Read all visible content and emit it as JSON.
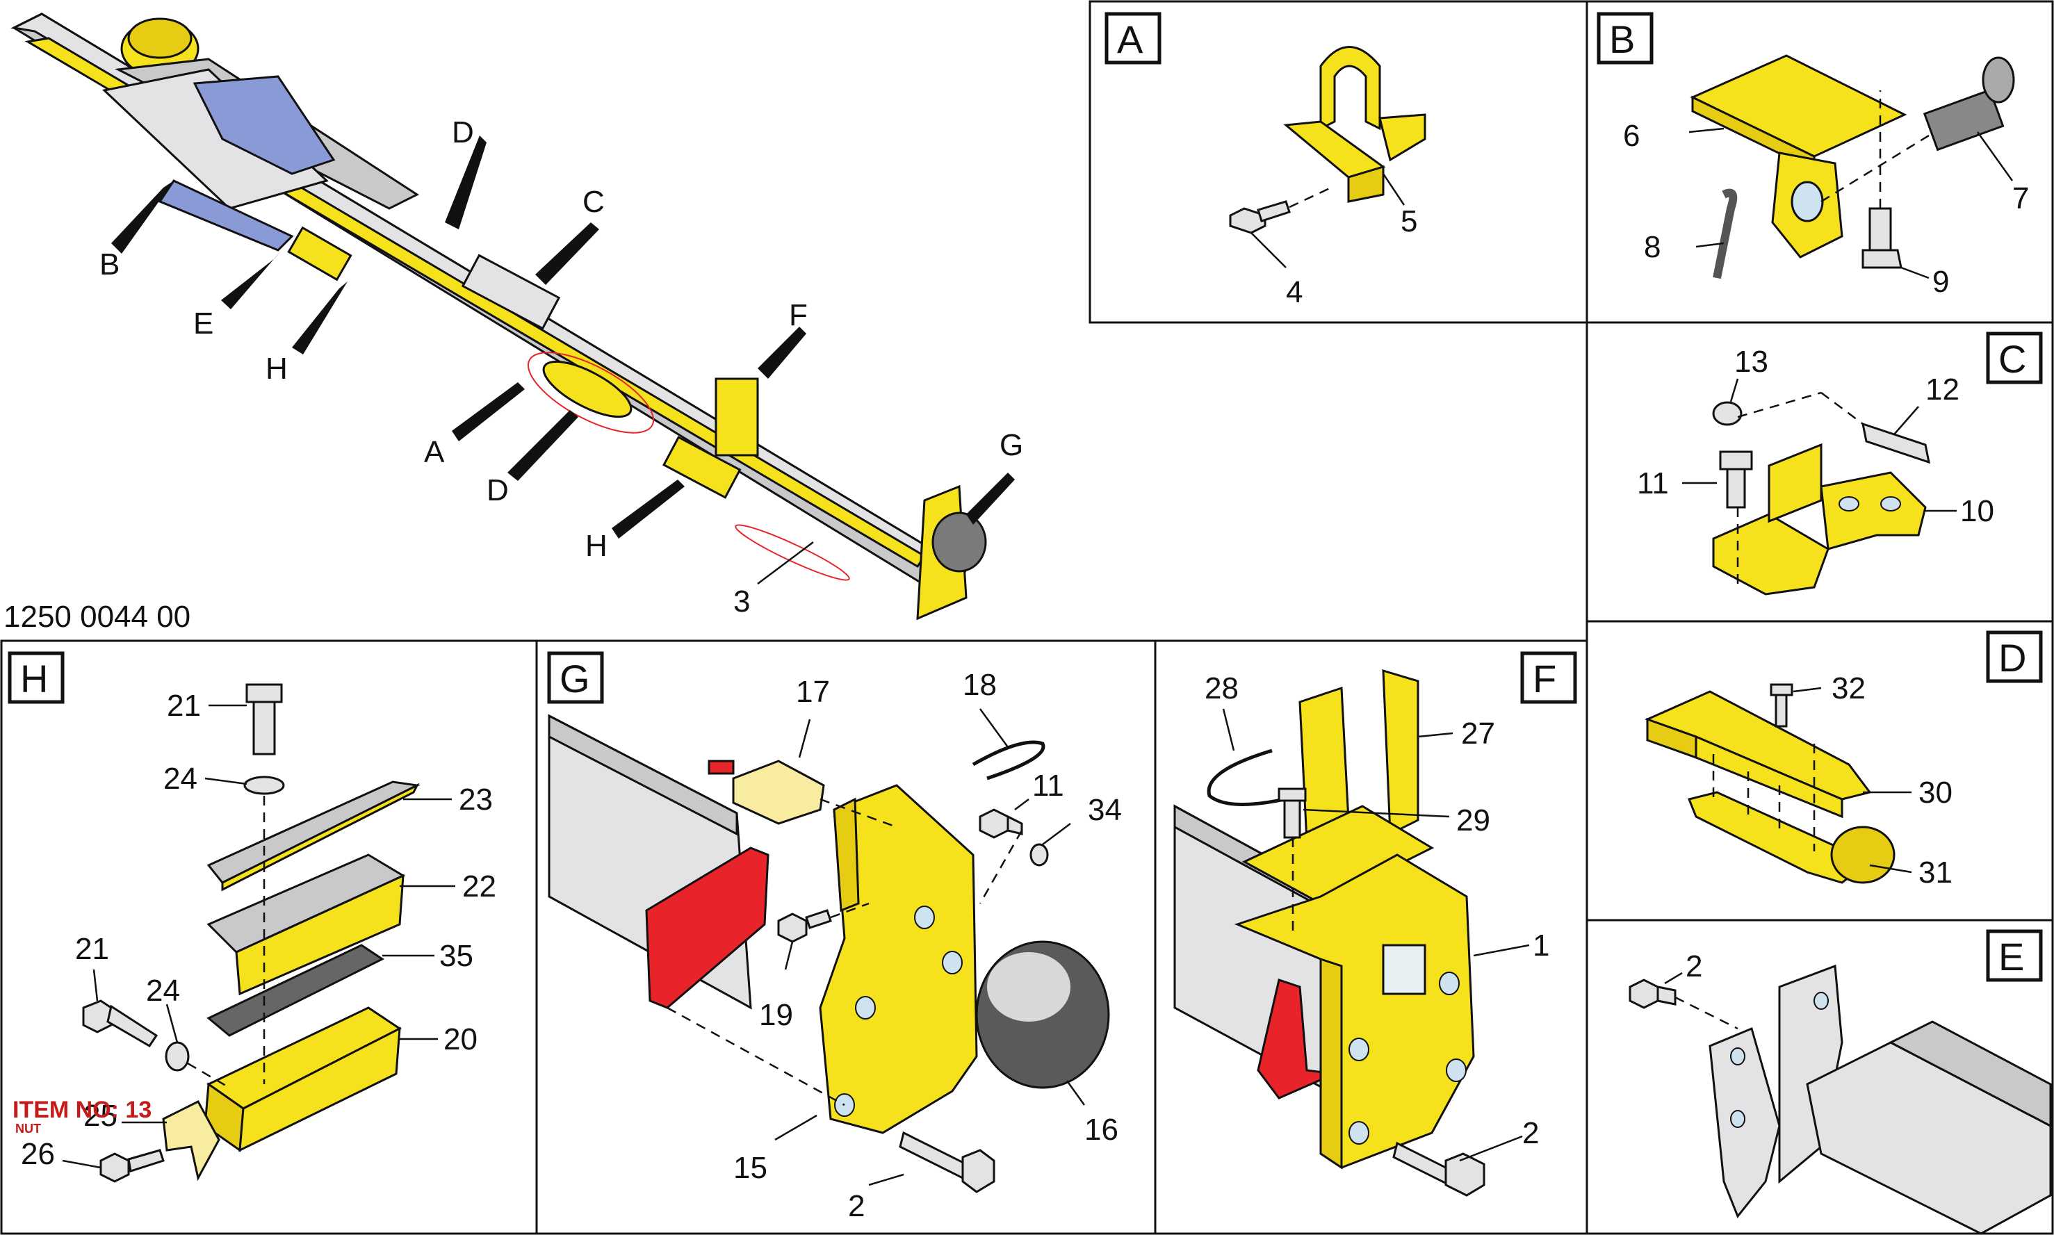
{
  "drawing_number": "1250 0044 00",
  "overview": {
    "detail_markers": [
      "B",
      "E",
      "H",
      "D",
      "C",
      "F",
      "A",
      "D",
      "H",
      "G"
    ],
    "part_label": "3"
  },
  "panels": {
    "A": {
      "title": "A",
      "labels": [
        "5",
        "4"
      ]
    },
    "B": {
      "title": "B",
      "labels": [
        "6",
        "7",
        "8",
        "9"
      ]
    },
    "C": {
      "title": "C",
      "labels": [
        "13",
        "12",
        "11",
        "10"
      ]
    },
    "D": {
      "title": "D",
      "labels": [
        "32",
        "30",
        "31"
      ]
    },
    "E": {
      "title": "E",
      "labels": [
        "2"
      ]
    },
    "F": {
      "title": "F",
      "labels": [
        "28",
        "27",
        "29",
        "1",
        "2"
      ]
    },
    "G": {
      "title": "G",
      "labels": [
        "17",
        "18",
        "11",
        "34",
        "19",
        "15",
        "2",
        "16"
      ]
    },
    "H": {
      "title": "H",
      "labels": [
        "21",
        "24",
        "23",
        "22",
        "21",
        "24",
        "35",
        "20",
        "25",
        "26"
      ]
    }
  },
  "annotation": {
    "item_no": "ITEM NO: 13",
    "item_sub": "NUT"
  },
  "colors": {
    "part_yellow": "#f5e11c",
    "rail_grey": "#c9c9cc",
    "seal_red": "#e8242a",
    "motor_blue": "#8a9ad6",
    "note_red": "#c41a1a"
  }
}
